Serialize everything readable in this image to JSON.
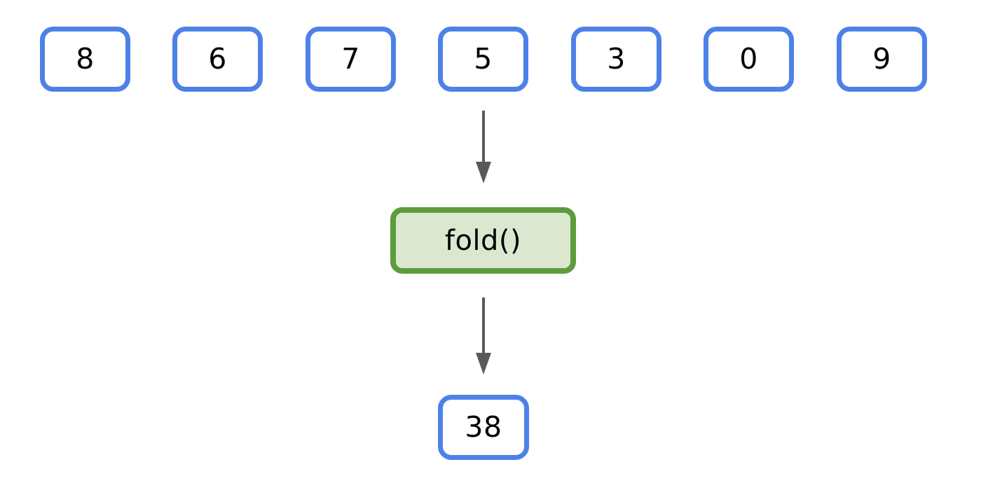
{
  "diagram": {
    "title": "fold-reduction-diagram",
    "type": "dataflow",
    "colors": {
      "value_border": "#4e81e8",
      "value_fill": "#ffffff",
      "operation_border": "#5d9b3d",
      "operation_fill": "#dbe8cf",
      "arrow": "#58595b",
      "text": "#000000",
      "background": "#ffffff"
    },
    "input_row": {
      "name": "input-sequence",
      "cells": [
        {
          "label": "8",
          "value": 8
        },
        {
          "label": "6",
          "value": 6
        },
        {
          "label": "7",
          "value": 7
        },
        {
          "label": "5",
          "value": 5
        },
        {
          "label": "3",
          "value": 3
        },
        {
          "label": "0",
          "value": 0
        },
        {
          "label": "9",
          "value": 9
        }
      ]
    },
    "operation": {
      "name": "fold-operation",
      "label": "fold()"
    },
    "result": {
      "name": "result-value",
      "label": "38",
      "value": 38
    },
    "arrows": [
      {
        "name": "arrow-input-to-fold",
        "from": "input-sequence",
        "to": "fold-operation"
      },
      {
        "name": "arrow-fold-to-result",
        "from": "fold-operation",
        "to": "result-value"
      }
    ]
  }
}
